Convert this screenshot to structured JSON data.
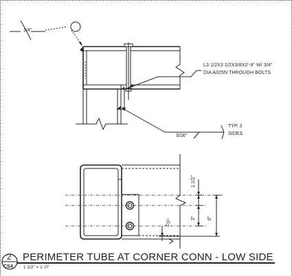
{
  "detail": {
    "number": "2",
    "sheet": "CS4",
    "title": "PERIMETER TUBE AT CORNER CONN - LOW SIDE",
    "scale": "1 1/2\" = 1'-0\""
  },
  "annotations": {
    "weld_top": "1/4\"",
    "angle_note_line1": "L3 1/2X3 1/2X3/8X0'-9\" W/ 3/4\"",
    "angle_note_line2": "DIA A325N THROUGH BOLTS",
    "weld_bottom": "3/16\"",
    "weld_typ_line1": "TYP, 3",
    "weld_typ_line2": "SIDES"
  },
  "dimensions": {
    "edge_top": "1 1/2\"",
    "bolt_spacing": "3\"",
    "overall": "6\"",
    "edge_left": "1/2\""
  },
  "colors": {
    "line": "#222222",
    "hidden": "#555555"
  }
}
